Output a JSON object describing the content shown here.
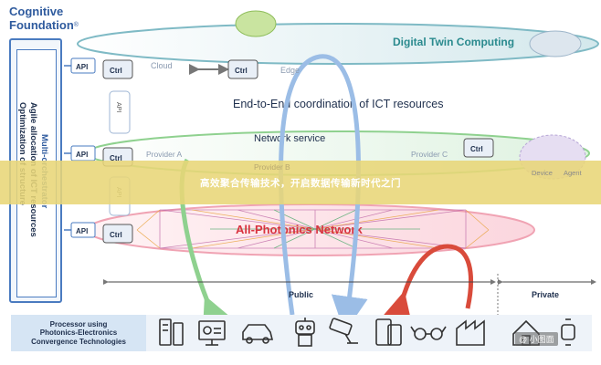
{
  "logo": {
    "line1": "Cognitive",
    "line2": "Foundation",
    "reg": "®"
  },
  "left_panel": {
    "label_multi": "Multi-orchestrator",
    "label_agile_1": "Agile allocation of ICT resources",
    "label_agile_2": "Optimization of structure"
  },
  "layers": {
    "digital_twin": "Digital Twin Computing",
    "e2e": "End-to-End coordination of ICT resources",
    "network_service": "Network service",
    "apn": "All-Photonics Network"
  },
  "nodes": {
    "api": "API",
    "ctrl": "Ctrl",
    "cloud": "Cloud",
    "edge": "Edge",
    "provider_a": "Provider A",
    "provider_b": "Provider B",
    "provider_c": "Provider C",
    "device": "Device",
    "agent": "Agent"
  },
  "scope": {
    "public": "Public",
    "private": "Private"
  },
  "bottom_box": {
    "line1": "Processor using",
    "line2": "Photonics-Electronics",
    "line3": "Convergence Technologies"
  },
  "banner": "高效聚合传输技术，开启数据传输新时代之门",
  "watermark": "@ 小图面",
  "icons": [
    "server-icon",
    "dashboard-icon",
    "car-icon",
    "robot-icon",
    "camera-icon",
    "phone-tablet-icon",
    "glasses-icon",
    "factory-icon",
    "house-icon",
    "watch-icon"
  ],
  "colors": {
    "blue": "#4a7bc0",
    "green": "#7fc97f",
    "red": "#d94b3b",
    "pink": "#f4b6c2",
    "purple": "#c8b8e0",
    "teal": "#7dcbc6"
  }
}
